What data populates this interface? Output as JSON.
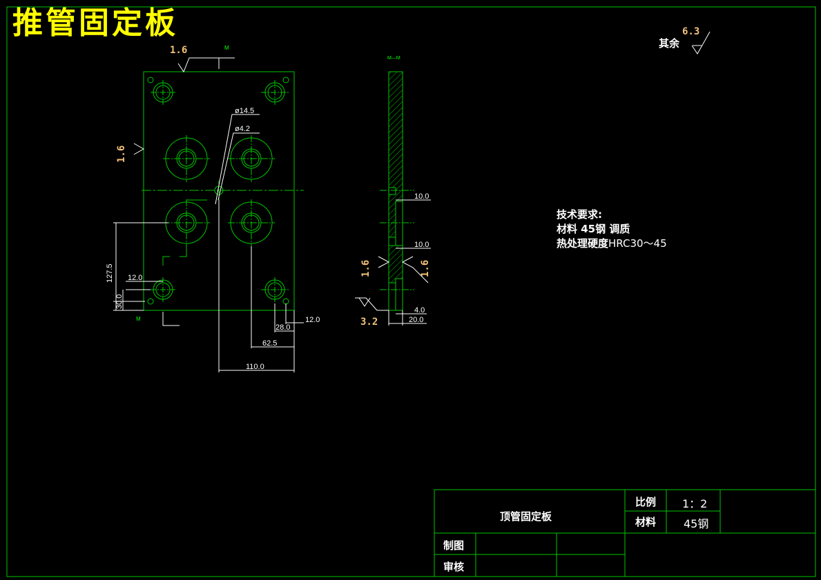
{
  "drawing": {
    "title": "推管固定板",
    "other_roughness_label": "其余",
    "other_roughness_value": "6.3",
    "section_marker": "M—M",
    "section_letter": "M"
  },
  "roughness": {
    "top": "1.6",
    "left": "1.6",
    "side_left": "1.6",
    "side_right": "1.6",
    "side_bottom": "3.2"
  },
  "dimensions": {
    "dia_large": "ø14.5",
    "dia_small": "ø4.2",
    "height_127": "127.5",
    "d12_left": "12.0",
    "d30": "30.0",
    "d28": "28.0",
    "d12_right": "12.0",
    "d62_5": "62.5",
    "d110": "110.0",
    "side_10_top": "10.0",
    "side_10_mid": "10.0",
    "side_4": "4.0",
    "side_20": "20.0"
  },
  "tech_requirements": {
    "heading": "技术要求:",
    "line1": "材料 45钢 调质",
    "line2_prefix": "热处理硬度",
    "line2_value": "HRC30～45"
  },
  "title_block": {
    "part_name": "顶管固定板",
    "scale_label": "比例",
    "scale_value": "1：2",
    "material_label": "材料",
    "material_value": "45钢",
    "drawn_label": "制图",
    "checked_label": "审核"
  },
  "colors": {
    "border": "#00c800",
    "title_yellow": "#ffff00",
    "roughness_orange": "#f4c27a",
    "centerline_green": "#00ff00",
    "dimension_white": "#ffffff"
  }
}
